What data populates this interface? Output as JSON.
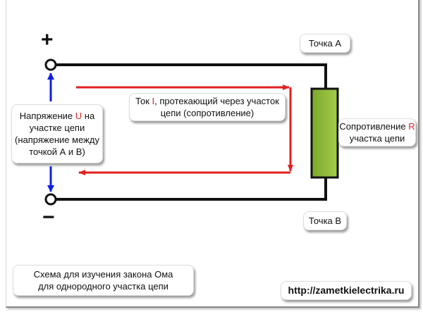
{
  "signs": {
    "plus": "+",
    "minus": "−"
  },
  "voltage_label": {
    "part1": "Напряжение ",
    "symbol": "U",
    "part2": " на участке цепи (напряжение между точкой А и В)"
  },
  "current_label": {
    "part1": "Ток ",
    "symbol": "I",
    "part2": ", протекающий через участок цепи (сопротивление)"
  },
  "point_a": "Точка А",
  "point_b": "Точка В",
  "resistance_label": {
    "part1": "Сопротивление ",
    "symbol": "R",
    "part2": " участка цепи"
  },
  "caption": "Схема для изучения закона Ома для однородного участка цепи",
  "url": "http://zametkielectrika.ru",
  "colors": {
    "wire": "#111111",
    "current_arrow": "#e02020",
    "voltage_arrow": "#1020e0",
    "resistor_fill": "#8cb83a"
  }
}
